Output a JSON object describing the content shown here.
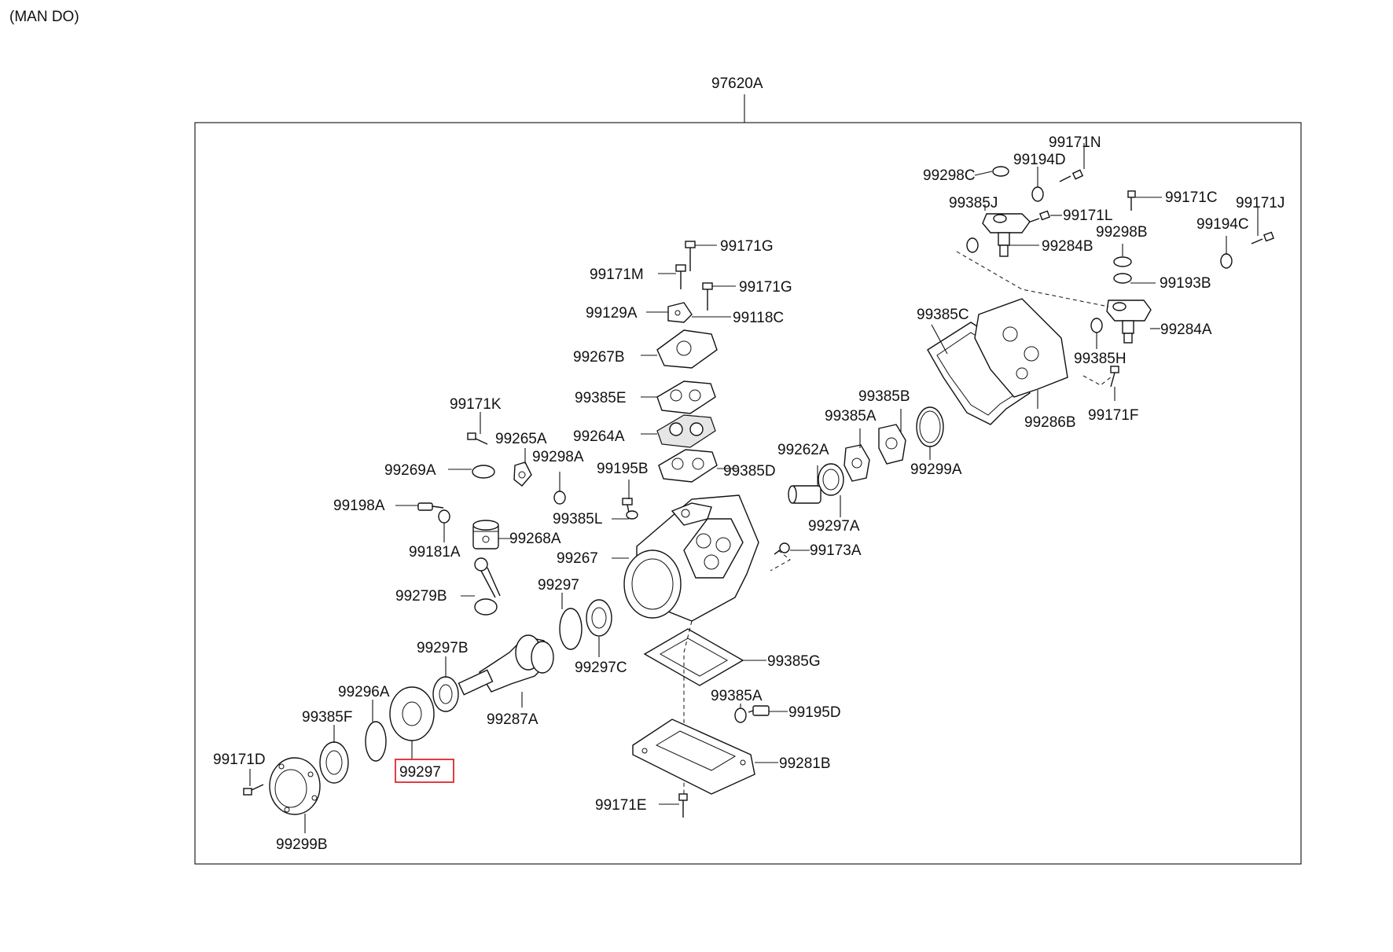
{
  "header": {
    "note": "(MAN DO)"
  },
  "assembly": {
    "label": "97620A"
  },
  "highlight": {
    "label": "99297",
    "color": "#e0262f"
  },
  "part_labels": {
    "p99171N": "99171N",
    "p99194D": "99194D",
    "p99298C": "99298C",
    "p99171C": "99171C",
    "p99171J": "99171J",
    "p99385J": "99385J",
    "p99171L": "99171L",
    "p99298B": "99298B",
    "p99194C": "99194C",
    "p99284B": "99284B",
    "p99193B": "99193B",
    "p99385C": "99385C",
    "p99284A": "99284A",
    "p99385H": "99385H",
    "p99286B": "99286B",
    "p99171F": "99171F",
    "p99171G_a": "99171G",
    "p99171M": "99171M",
    "p99171G_b": "99171G",
    "p99129A": "99129A",
    "p99118C": "99118C",
    "p99267B": "99267B",
    "p99385E": "99385E",
    "p99264A": "99264A",
    "p99385B": "99385B",
    "p99385A_top": "99385A",
    "p99171K": "99171K",
    "p99265A": "99265A",
    "p99298A": "99298A",
    "p99269A": "99269A",
    "p99195B": "99195B",
    "p99385D": "99385D",
    "p99262A": "99262A",
    "p99299A": "99299A",
    "p99198A": "99198A",
    "p99385L": "99385L",
    "p99268A": "99268A",
    "p99297A": "99297A",
    "p99181A": "99181A",
    "p99267": "99267",
    "p99173A": "99173A",
    "p99279B": "99279B",
    "p99297_top": "99297",
    "p99297B": "99297B",
    "p99297C": "99297C",
    "p99385G": "99385G",
    "p99296A": "99296A",
    "p99385F": "99385F",
    "p99287A": "99287A",
    "p99385A_bot": "99385A",
    "p99195D": "99195D",
    "p99171D": "99171D",
    "p99281B": "99281B",
    "p99171E": "99171E",
    "p99299B": "99299B"
  }
}
